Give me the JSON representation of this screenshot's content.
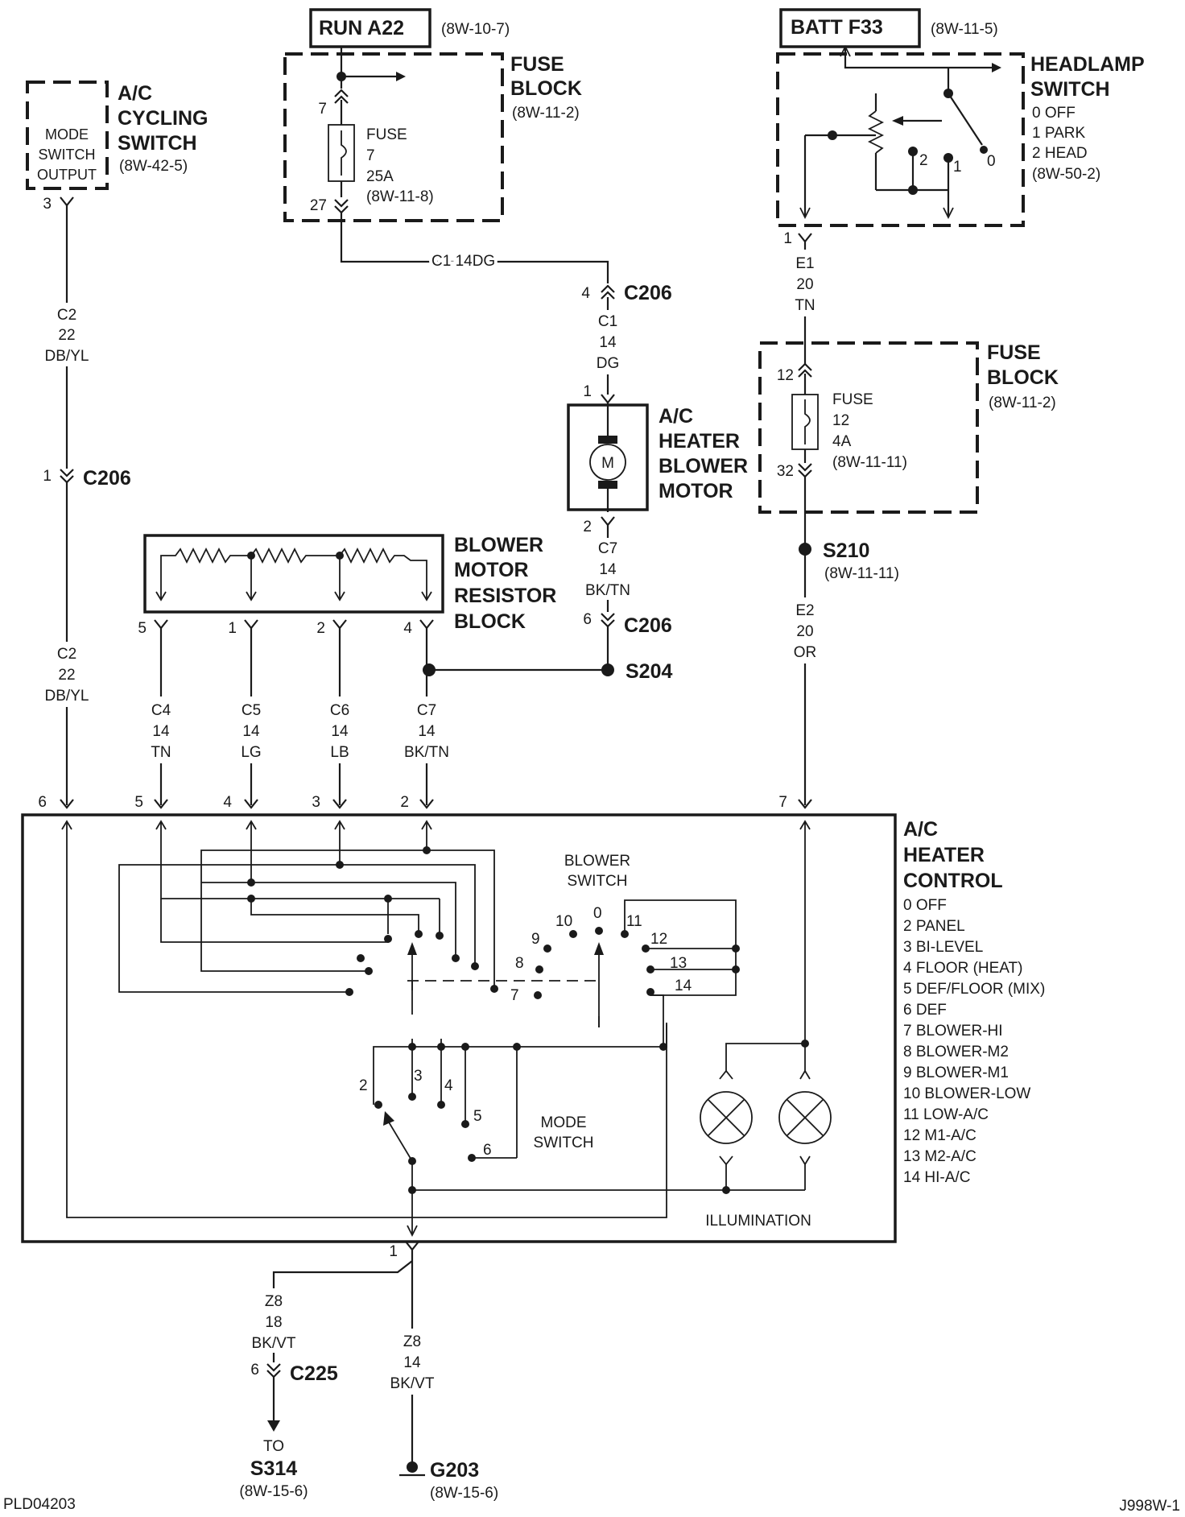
{
  "top": {
    "run_a22": {
      "label": "RUN A22",
      "ref": "(8W-10-7)"
    },
    "batt_f33": {
      "label": "BATT F33",
      "ref": "(8W-11-5)"
    }
  },
  "fuse_block_1": {
    "title_1": "FUSE",
    "title_2": "BLOCK",
    "ref": "(8W-11-2)",
    "pin_in": "7",
    "pin_out": "27",
    "fuse_1": "FUSE",
    "fuse_2": "7",
    "fuse_3": "25A",
    "fuse_4": "(8W-11-8)"
  },
  "ac_cycling_switch": {
    "title_1": "A/C",
    "title_2": "CYCLING",
    "title_3": "SWITCH",
    "ref": "(8W-42-5)",
    "inner_1": "MODE",
    "inner_2": "SWITCH",
    "inner_3": "OUTPUT",
    "pin": "3"
  },
  "headlamp_switch": {
    "title_1": "HEADLAMP",
    "title_2": "SWITCH",
    "pos_0": "0 OFF",
    "pos_1": "1 PARK",
    "pos_2": "2 HEAD",
    "ref": "(8W-50-2)",
    "contact_2": "2",
    "contact_1": "1",
    "contact_0": "0",
    "pin": "1"
  },
  "fuse_block_2": {
    "title_1": "FUSE",
    "title_2": "BLOCK",
    "ref": "(8W-11-2)",
    "pin_in": "12",
    "pin_out": "32",
    "fuse_1": "FUSE",
    "fuse_2": "12",
    "fuse_3": "4A",
    "fuse_4": "(8W-11-11)"
  },
  "blower_motor": {
    "title_1": "A/C",
    "title_2": "HEATER",
    "title_3": "BLOWER",
    "title_4": "MOTOR",
    "symbol": "M",
    "pin_top": "1",
    "pin_bottom": "2"
  },
  "resistor_block": {
    "title_1": "BLOWER",
    "title_2": "MOTOR",
    "title_3": "RESISTOR",
    "title_4": "BLOCK",
    "pins": [
      "5",
      "1",
      "2",
      "4"
    ]
  },
  "wires": {
    "c1_horiz": "C1  14DG",
    "c1": [
      "C1",
      "14",
      "DG"
    ],
    "c2_a": [
      "C2",
      "22",
      "DB/YL"
    ],
    "c2_b": [
      "C2",
      "22",
      "DB/YL"
    ],
    "c7_a": [
      "C7",
      "14",
      "BK/TN"
    ],
    "c7_b": [
      "C7",
      "14",
      "BK/TN"
    ],
    "c4": [
      "C4",
      "14",
      "TN"
    ],
    "c5": [
      "C5",
      "14",
      "LG"
    ],
    "c6": [
      "C6",
      "14",
      "LB"
    ],
    "e1": [
      "E1",
      "20",
      "TN"
    ],
    "e2": [
      "E2",
      "20",
      "OR"
    ],
    "z8_a": [
      "Z8",
      "18",
      "BK/VT"
    ],
    "z8_b": [
      "Z8",
      "14",
      "BK/VT"
    ]
  },
  "connectors": {
    "c206_a": {
      "pin": "4",
      "name": "C206"
    },
    "c206_b": {
      "pin": "1",
      "name": "C206"
    },
    "c206_c": {
      "pin": "6",
      "name": "C206"
    },
    "c225": {
      "pin": "6",
      "name": "C225"
    }
  },
  "splices": {
    "s204": "S204",
    "s210": "S210",
    "s210_ref": "(8W-11-11)"
  },
  "control": {
    "title_1": "A/C",
    "title_2": "HEATER",
    "title_3": "CONTROL",
    "legend": [
      "0  OFF",
      "2  PANEL",
      "3  BI-LEVEL",
      "4  FLOOR (HEAT)",
      "5  DEF/FLOOR (MIX)",
      "6  DEF",
      "7  BLOWER-HI",
      "8  BLOWER-M2",
      "9  BLOWER-M1",
      "10 BLOWER-LOW",
      "11 LOW-A/C",
      "12 M1-A/C",
      "13 M2-A/C",
      "14 HI-A/C"
    ],
    "pins": {
      "p6": "6",
      "p5": "5",
      "p4": "4",
      "p3": "3",
      "p2": "2",
      "p7": "7",
      "p1": "1"
    },
    "blower_switch_1": "BLOWER",
    "blower_switch_2": "SWITCH",
    "blower_positions": {
      "b0": "0",
      "b7": "7",
      "b8": "8",
      "b9": "9",
      "b10": "10",
      "b11": "11",
      "b12": "12",
      "b13": "13",
      "b14": "14"
    },
    "mode_switch_1": "MODE",
    "mode_switch_2": "SWITCH",
    "mode_positions": {
      "m2": "2",
      "m3": "3",
      "m4": "4",
      "m5": "5",
      "m6": "6"
    },
    "illumination": "ILLUMINATION"
  },
  "bottom": {
    "to": "TO",
    "s314": "S314",
    "s314_ref": "(8W-15-6)",
    "g203": "G203",
    "g203_ref": "(8W-15-6)"
  },
  "footer": {
    "left": "PLD04203",
    "right": "J998W-1"
  }
}
